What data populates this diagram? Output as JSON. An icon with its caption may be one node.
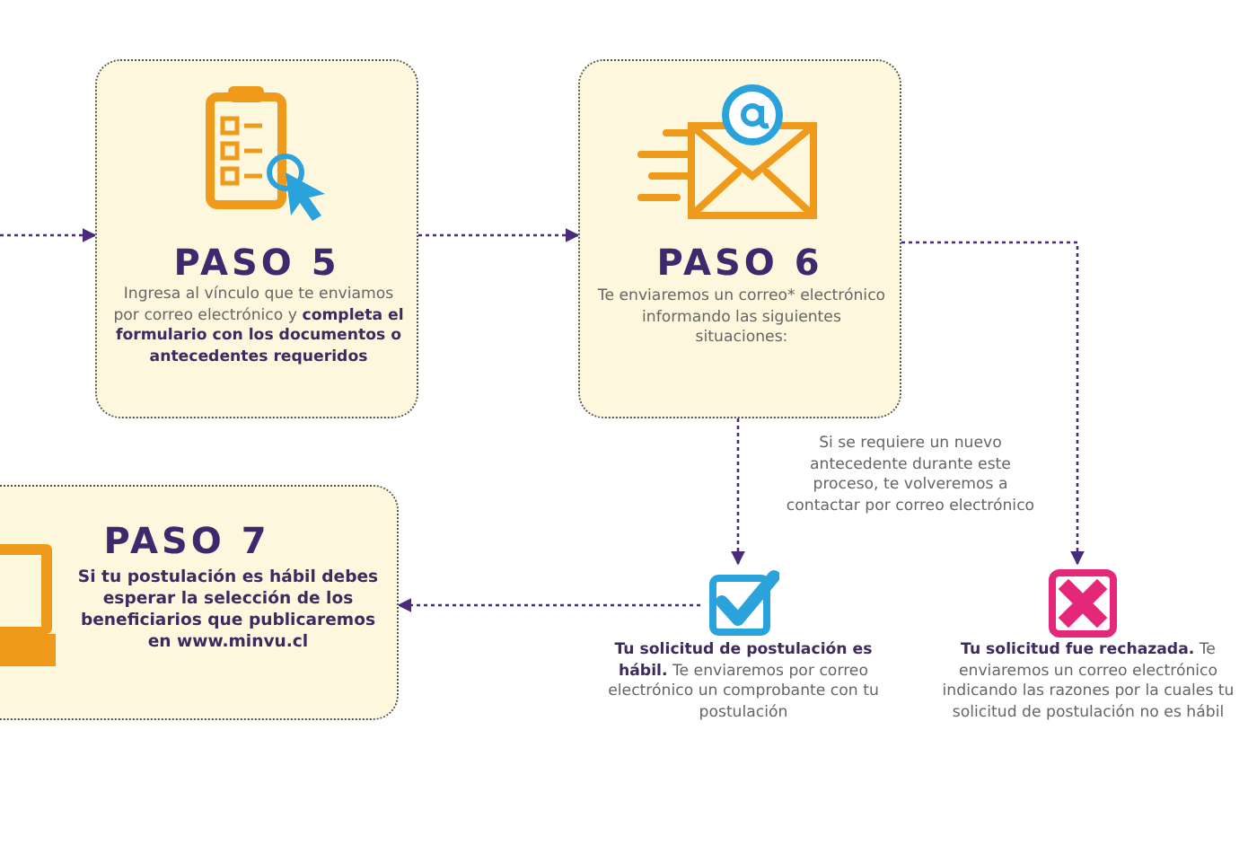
{
  "diagram": {
    "nodes": [
      {
        "text": [
          "PASO 5",
          "Ingresa al vínculo que te enviamos por correo electrónico y **completa el formulario con los documentos o antecedentes requeridos**"
        ]
      },
      {
        "text": [
          "PASO 6",
          "Te enviaremos un correo* electrónico informando las siguientes situaciones:"
        ]
      },
      {
        "text": [
          "PASO 7",
          "Si tu postulación es hábil debes esperar la selección de los beneficiarios que publicaremos en www.minvu.cl"
        ]
      },
      {
        "text": [
          "**Tu solicitud de postulación es hábil.** Te enviaremos por correo electrónico un comprobante con tu postulación"
        ]
      },
      {
        "text": [
          "**Tu solicitud fue rechazada.** Te enviaremos un correo electrónico indicando las razones por la cuales tu solicitud de postulación no es hábil"
        ]
      }
    ],
    "edges": [
      {
        "from": null,
        "to": 0,
        "arrow": "to",
        "style": "dashed"
      },
      {
        "from": 0,
        "to": 1,
        "arrow": "to",
        "style": "dashed"
      },
      {
        "from": 1,
        "to": 3,
        "arrow": "to",
        "style": "dashed"
      },
      {
        "from": 1,
        "to": 4,
        "arrow": "to",
        "style": "dashed"
      },
      {
        "from": 3,
        "to": 2,
        "arrow": "to",
        "style": "dashed"
      }
    ],
    "labels": [
      "Si se requiere un nuevo antecedente durante este proceso, te volveremos a contactar por correo electrónico"
    ]
  }
}
